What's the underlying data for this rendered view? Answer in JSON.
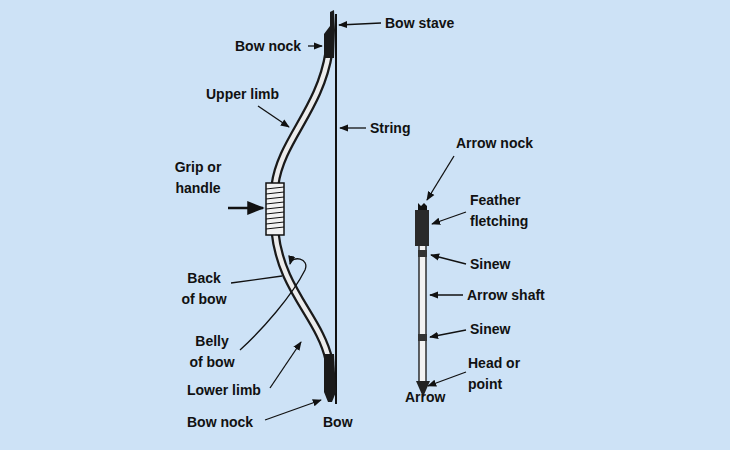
{
  "diagram": {
    "labels": [
      "Bow stave",
      "Bow nock",
      "Upper limb",
      "String",
      "Arrow nock",
      "Grip or handle",
      "Feather fletching",
      "Sinew",
      "Arrow shaft",
      "Back of bow",
      "Sinew",
      "Belly of bow",
      "Head or point",
      "Lower limb",
      "Arrow",
      "Bow nock",
      "Bow"
    ]
  }
}
